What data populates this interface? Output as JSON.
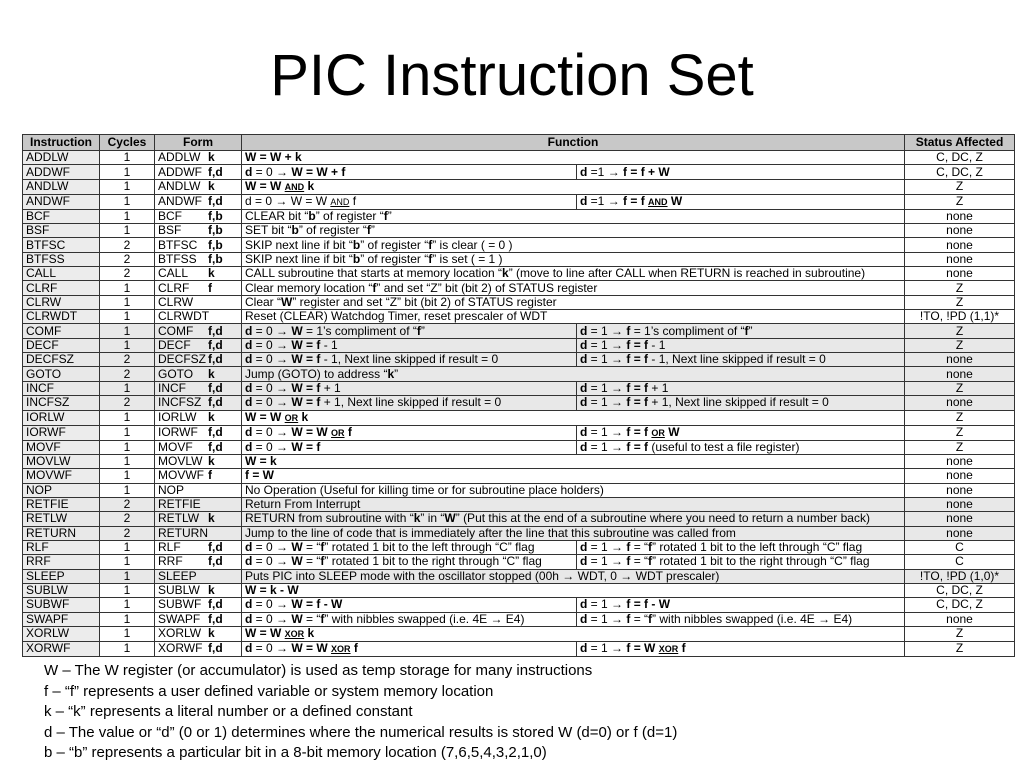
{
  "title": "PIC Instruction Set",
  "headers": {
    "instruction": "Instruction",
    "cycles": "Cycles",
    "form": "Form",
    "function": "Function",
    "status": "Status Affected"
  },
  "rows": [
    {
      "name": "ADDLW",
      "cycles": "1",
      "op": "ADDLW",
      "args": "k",
      "f1": "<b>W = W + k</b>",
      "f2": null,
      "status": "C, DC, Z",
      "shade": false
    },
    {
      "name": "ADDWF",
      "cycles": "1",
      "op": "ADDWF",
      "args": "f,d",
      "f1": "<b>d</b> = 0 &#x2192; <b>W = W + f</b>",
      "f2": "<b>d</b> =1 &#x2192; <b>f = f + W</b>",
      "status": "C, DC, Z",
      "shade": false
    },
    {
      "name": "ANDLW",
      "cycles": "1",
      "op": "ANDLW",
      "args": "k",
      "f1": "<b>W = W <u>AND</u> k</b>",
      "f2": null,
      "status": "Z",
      "shade": false
    },
    {
      "name": "ANDWF",
      "cycles": "1",
      "op": "ANDWF",
      "args": "f,d",
      "f1": "d = 0 &#x2192; W = W <u>AND</u> f",
      "f2": "<b>d</b> =1 &#x2192; <b>f = f <u>AND</u> W</b>",
      "status": "Z",
      "shade": false
    },
    {
      "name": "BCF",
      "cycles": "1",
      "op": "BCF",
      "args": "f,b",
      "f1": "CLEAR bit “<b>b</b>” of register “<b>f</b>”",
      "f2": null,
      "status": "none",
      "shade": false
    },
    {
      "name": "BSF",
      "cycles": "1",
      "op": "BSF",
      "args": "f,b",
      "f1": "SET bit “<b>b</b>” of register “<b>f</b>”",
      "f2": null,
      "status": "none",
      "shade": false
    },
    {
      "name": "BTFSC",
      "cycles": "2",
      "op": "BTFSC",
      "args": "f,b",
      "f1": "SKIP next line if bit “<b>b</b>” of register “<b>f</b>” is clear ( = 0 )",
      "f2": null,
      "status": "none",
      "shade": false
    },
    {
      "name": "BTFSS",
      "cycles": "2",
      "op": "BTFSS",
      "args": "f,b",
      "f1": "SKIP next line if bit “<b>b</b>” of register “<b>f</b>” is set ( = 1 )",
      "f2": null,
      "status": "none",
      "shade": false
    },
    {
      "name": "CALL",
      "cycles": "2",
      "op": "CALL",
      "args": "k",
      "f1": "CALL subroutine that starts at memory location “<b>k</b>” (move to line after CALL when RETURN is reached in subroutine)",
      "f2": null,
      "status": "none",
      "shade": false
    },
    {
      "name": "CLRF",
      "cycles": "1",
      "op": "CLRF",
      "args": "f",
      "f1": "Clear memory location “<b>f</b>” and set “Z” bit  (bit 2) of STATUS register",
      "f2": null,
      "status": "Z",
      "shade": false
    },
    {
      "name": "CLRW",
      "cycles": "1",
      "op": "CLRW",
      "args": "",
      "f1": "Clear “<b>W</b>” register and set “Z” bit  (bit 2) of STATUS register",
      "f2": null,
      "status": "Z",
      "shade": false
    },
    {
      "name": "CLRWDT",
      "cycles": "1",
      "op": "CLRWDT",
      "args": "",
      "f1": "Reset (CLEAR) Watchdog Timer, reset prescaler of WDT",
      "f2": null,
      "status": "!TO, !PD (1,1)*",
      "shade": false
    },
    {
      "name": "COMF",
      "cycles": "1",
      "op": "COMF",
      "args": "f,d",
      "f1": "<b>d</b> = 0 &#x2192; <b>W</b> = 1’s compliment of “<b>f</b>”",
      "f2": "<b>d</b> = 1 &#x2192; <b>f</b> = 1’s compliment of “<b>f</b>”",
      "status": "Z",
      "shade": true
    },
    {
      "name": "DECF",
      "cycles": "1",
      "op": "DECF",
      "args": "f,d",
      "f1": "<b>d</b> = 0 &#x2192; <b>W = f</b> - 1",
      "f2": "<b>d</b> = 1 &#x2192; <b>f = f</b> - 1",
      "status": "Z",
      "shade": true
    },
    {
      "name": "DECFSZ",
      "cycles": "2",
      "op": "DECFSZ",
      "args": "f,d",
      "f1": "<b>d</b> = 0 &#x2192; <b>W = f</b> - 1, Next line skipped if result = 0",
      "f2": "<b>d</b> = 1 &#x2192; <b>f = f</b> - 1, Next line skipped if result = 0",
      "status": "none",
      "shade": true
    },
    {
      "name": "GOTO",
      "cycles": "2",
      "op": "GOTO",
      "args": "k",
      "f1": "Jump (GOTO) to address “<b>k</b>”",
      "f2": null,
      "status": "none",
      "shade": true
    },
    {
      "name": "INCF",
      "cycles": "1",
      "op": "INCF",
      "args": "f,d",
      "f1": "<b>d</b> = 0 &#x2192; <b>W = f</b> + 1",
      "f2": "<b>d</b> = 1 &#x2192; <b>f = f</b> + 1",
      "status": "Z",
      "shade": true
    },
    {
      "name": "INCFSZ",
      "cycles": "2",
      "op": "INCFSZ",
      "args": "f,d",
      "f1": "<b>d</b> = 0 &#x2192; <b>W = f</b> + 1, Next line skipped if result = 0",
      "f2": "<b>d</b> = 1 &#x2192; <b>f = f</b> + 1, Next line skipped if result = 0",
      "status": "none",
      "shade": true
    },
    {
      "name": "IORLW",
      "cycles": "1",
      "op": "IORLW",
      "args": "k",
      "f1": "<b>W = W <u>OR</u> k</b>",
      "f2": null,
      "status": "Z",
      "shade": false
    },
    {
      "name": "IORWF",
      "cycles": "1",
      "op": "IORWF",
      "args": "f,d",
      "f1": "<b>d</b> = 0 &#x2192; <b>W = W <u>OR</u> f</b>",
      "f2": "<b>d</b> = 1 &#x2192; <b>f = f <u>OR</u> W</b>",
      "status": "Z",
      "shade": false
    },
    {
      "name": "MOVF",
      "cycles": "1",
      "op": "MOVF",
      "args": "f,d",
      "f1": "<b>d</b> = 0 &#x2192; <b>W = f</b>",
      "f2": "<b>d</b> = 1 &#x2192; <b>f = f</b>  (useful to test a file register)",
      "status": "Z",
      "shade": false
    },
    {
      "name": "MOVLW",
      "cycles": "1",
      "op": "MOVLW",
      "args": "k",
      "f1": "<b>W = k</b>",
      "f2": null,
      "status": "none",
      "shade": false
    },
    {
      "name": "MOVWF",
      "cycles": "1",
      "op": "MOVWF",
      "args": "f",
      "f1": "<b>f = W</b>",
      "f2": null,
      "status": "none",
      "shade": false
    },
    {
      "name": "NOP",
      "cycles": "1",
      "op": "NOP",
      "args": "",
      "f1": "No Operation (Useful for killing time or for subroutine place holders)",
      "f2": null,
      "status": "none",
      "shade": false
    },
    {
      "name": "RETFIE",
      "cycles": "2",
      "op": "RETFIE",
      "args": "",
      "f1": "Return From Interrupt",
      "f2": null,
      "status": "none",
      "shade": true
    },
    {
      "name": "RETLW",
      "cycles": "2",
      "op": "RETLW",
      "args": "k",
      "f1": "RETURN from subroutine with “<b>k</b>” in “<b>W</b>” (Put this at the end of a subroutine where you need to return a number back)",
      "f2": null,
      "status": "none",
      "shade": true
    },
    {
      "name": "RETURN",
      "cycles": "2",
      "op": "RETURN",
      "args": "",
      "f1": "Jump to the line of code that is immediately after the line that this subroutine was called from",
      "f2": null,
      "status": "none",
      "shade": true
    },
    {
      "name": "RLF",
      "cycles": "1",
      "op": "RLF",
      "args": "f,d",
      "f1": "<b>d</b> = 0 &#x2192; <b>W</b> = “<b>f</b>” rotated 1 bit to the left through “C” flag",
      "f2": "<b>d</b> = 1 &#x2192; <b>f</b> = “<b>f</b>” rotated 1 bit to the left through “C” flag",
      "status": "C",
      "shade": false
    },
    {
      "name": "RRF",
      "cycles": "1",
      "op": "RRF",
      "args": "f,d",
      "f1": "<b>d</b> = 0 &#x2192; <b>W</b> = “<b>f</b>” rotated 1 bit to the right through “C” flag",
      "f2": "<b>d</b> = 1 &#x2192; <b>f</b> = “<b>f</b>” rotated 1 bit to the right through “C” flag",
      "status": "C",
      "shade": false
    },
    {
      "name": "SLEEP",
      "cycles": "1",
      "op": "SLEEP",
      "args": "",
      "f1": "Puts PIC into SLEEP mode with the oscillator stopped   (00h &#x2192; WDT, 0 &#x2192; WDT prescaler)",
      "f2": null,
      "status": "!TO, !PD (1,0)*",
      "shade": true
    },
    {
      "name": "SUBLW",
      "cycles": "1",
      "op": "SUBLW",
      "args": "k",
      "f1": "<b>W = k - W</b>",
      "f2": null,
      "status": "C, DC, Z",
      "shade": false
    },
    {
      "name": "SUBWF",
      "cycles": "1",
      "op": "SUBWF",
      "args": "f,d",
      "f1": "<b>d</b> = 0 &#x2192; <b>W = f - W</b>",
      "f2": "<b>d</b> = 1 &#x2192; <b>f = f - W</b>",
      "status": "C, DC, Z",
      "shade": false
    },
    {
      "name": "SWAPF",
      "cycles": "1",
      "op": "SWAPF",
      "args": "f,d",
      "f1": "<b>d</b> = 0 &#x2192; <b>W</b> = “<b>f</b>” with nibbles swapped   (i.e. 4E &#x2192; E4)",
      "f2": "<b>d</b> = 1 &#x2192; <b>f</b> = “<b>f</b>” with nibbles swapped (i.e. 4E &#x2192; E4)",
      "status": "none",
      "shade": false
    },
    {
      "name": "XORLW",
      "cycles": "1",
      "op": "XORLW",
      "args": "k",
      "f1": "<b>W = W <u>XOR</u> k</b>",
      "f2": null,
      "status": "Z",
      "shade": false
    },
    {
      "name": "XORWF",
      "cycles": "1",
      "op": "XORWF",
      "args": "f,d",
      "f1": "<b>d</b> = 0 &#x2192; <b>W = W <u>XOR</u> f</b>",
      "f2": "<b>d</b> = 1 &#x2192; <b>f = W <u>XOR</u> f</b>",
      "status": "Z",
      "shade": false
    }
  ],
  "notes": [
    "W – The W register (or accumulator) is used as temp storage for many instructions",
    "f – “f” represents a user defined variable or system memory location",
    "k – “k” represents a literal number or a defined constant",
    "d – The value or “d” (0 or 1) determines where the numerical results is stored W (d=0) or f (d=1)",
    "b – “b” represents a particular bit in a 8-bit memory location (7,6,5,4,3,2,1,0)"
  ]
}
